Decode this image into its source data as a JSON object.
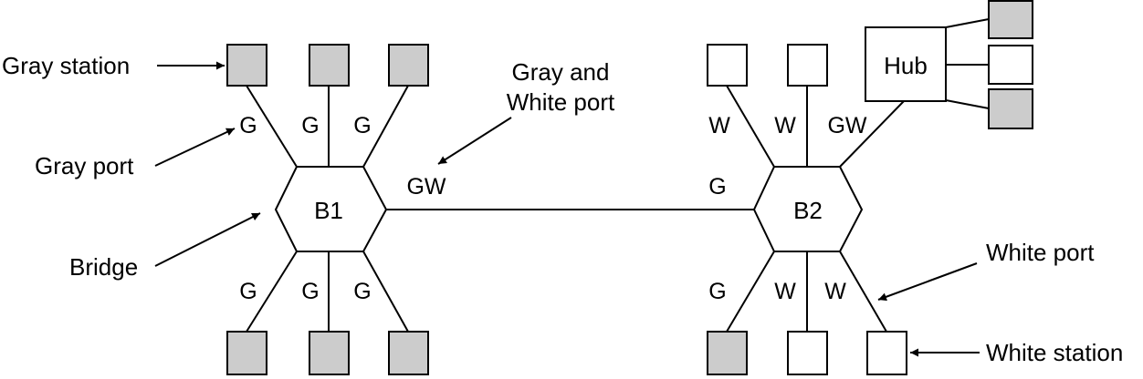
{
  "colors": {
    "gray_station": "#cccccc",
    "white_station": "#ffffff",
    "ink": "#000000"
  },
  "nodes": {
    "bridge1": "B1",
    "bridge2": "B2",
    "hub": "Hub"
  },
  "callouts": {
    "gray_station": "Gray station",
    "gray_port": "Gray port",
    "bridge": "Bridge",
    "gray_and_white_port_line1": "Gray and",
    "gray_and_white_port_line2": "White port",
    "white_port": "White port",
    "white_station": "White station"
  },
  "ports": {
    "b1_top_left": "G",
    "b1_top_mid": "G",
    "b1_top_right": "G",
    "b1_trunk": "GW",
    "b1_bottom_left": "G",
    "b1_bottom_mid": "G",
    "b1_bottom_right": "G",
    "b2_top_left": "W",
    "b2_top_mid": "W",
    "b2_top_right": "GW",
    "b2_trunk": "G",
    "b2_bottom_left": "G",
    "b2_bottom_mid": "W",
    "b2_bottom_right": "W"
  },
  "stations": {
    "b1_top": [
      "gray",
      "gray",
      "gray"
    ],
    "b1_bottom": [
      "gray",
      "gray",
      "gray"
    ],
    "b2_top": [
      "white",
      "white"
    ],
    "b2_bottom": [
      "gray",
      "white",
      "white"
    ],
    "hub": [
      "gray",
      "white",
      "gray"
    ]
  }
}
